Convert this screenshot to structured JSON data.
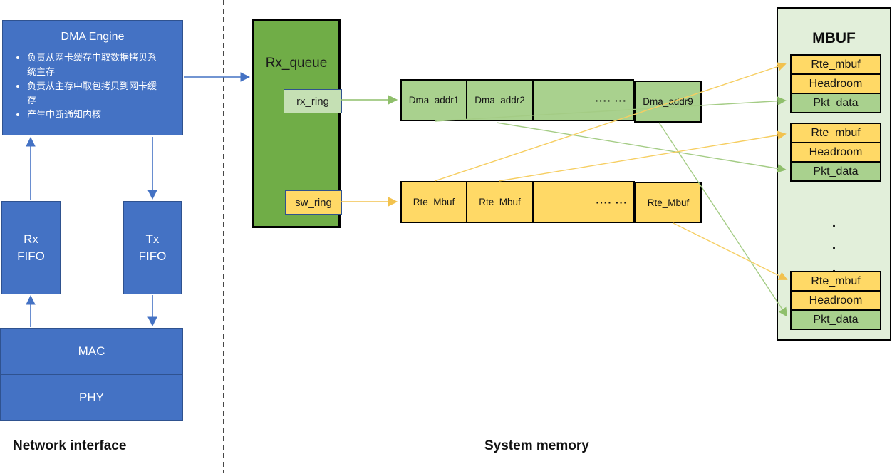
{
  "colors": {
    "box-blue": "#4472C4",
    "box-blue-border": "#2F528F",
    "queue-green": "#70AD47",
    "cell-green": "#A9D18E",
    "pale-green": "#E2EFDA",
    "ring-green": "#C5E0B4",
    "gold": "#FFD966",
    "connector-green": "#8FBF6B",
    "connector-yellow": "#F2C24E",
    "connector-blue": "#4472C4"
  },
  "network_interface": {
    "section_label": "Network interface",
    "dma_engine": {
      "title": "DMA Engine",
      "bullets": [
        "负责从网卡缓存中取数据拷贝系统主存",
        "负责从主存中取包拷贝到网卡缓存",
        "产生中断通知内核"
      ]
    },
    "rx_fifo": "Rx\nFIFO",
    "tx_fifo": "Tx\nFIFO",
    "mac": "MAC",
    "phy": "PHY"
  },
  "system_memory": {
    "section_label": "System memory",
    "rx_queue": {
      "title": "Rx_queue",
      "rx_ring": "rx_ring",
      "sw_ring": "sw_ring"
    },
    "dma_addr_row": {
      "cells": [
        "Dma_addr1",
        "Dma_addr2",
        "···· ···",
        "Dma_addr9"
      ]
    },
    "rte_mbuf_row": {
      "cells": [
        "Rte_Mbuf",
        "Rte_Mbuf",
        "···· ···",
        "Rte_Mbuf"
      ]
    },
    "mbuf": {
      "title": "MBUF",
      "stacks": [
        {
          "rows": [
            "Rte_mbuf",
            "Headroom",
            "Pkt_data"
          ]
        },
        {
          "rows": [
            "Rte_mbuf",
            "Headroom",
            "Pkt_data"
          ]
        },
        {
          "rows": [
            "Rte_mbuf",
            "Headroom",
            "Pkt_data"
          ]
        }
      ],
      "dots": [
        ".",
        ".",
        "."
      ]
    }
  }
}
